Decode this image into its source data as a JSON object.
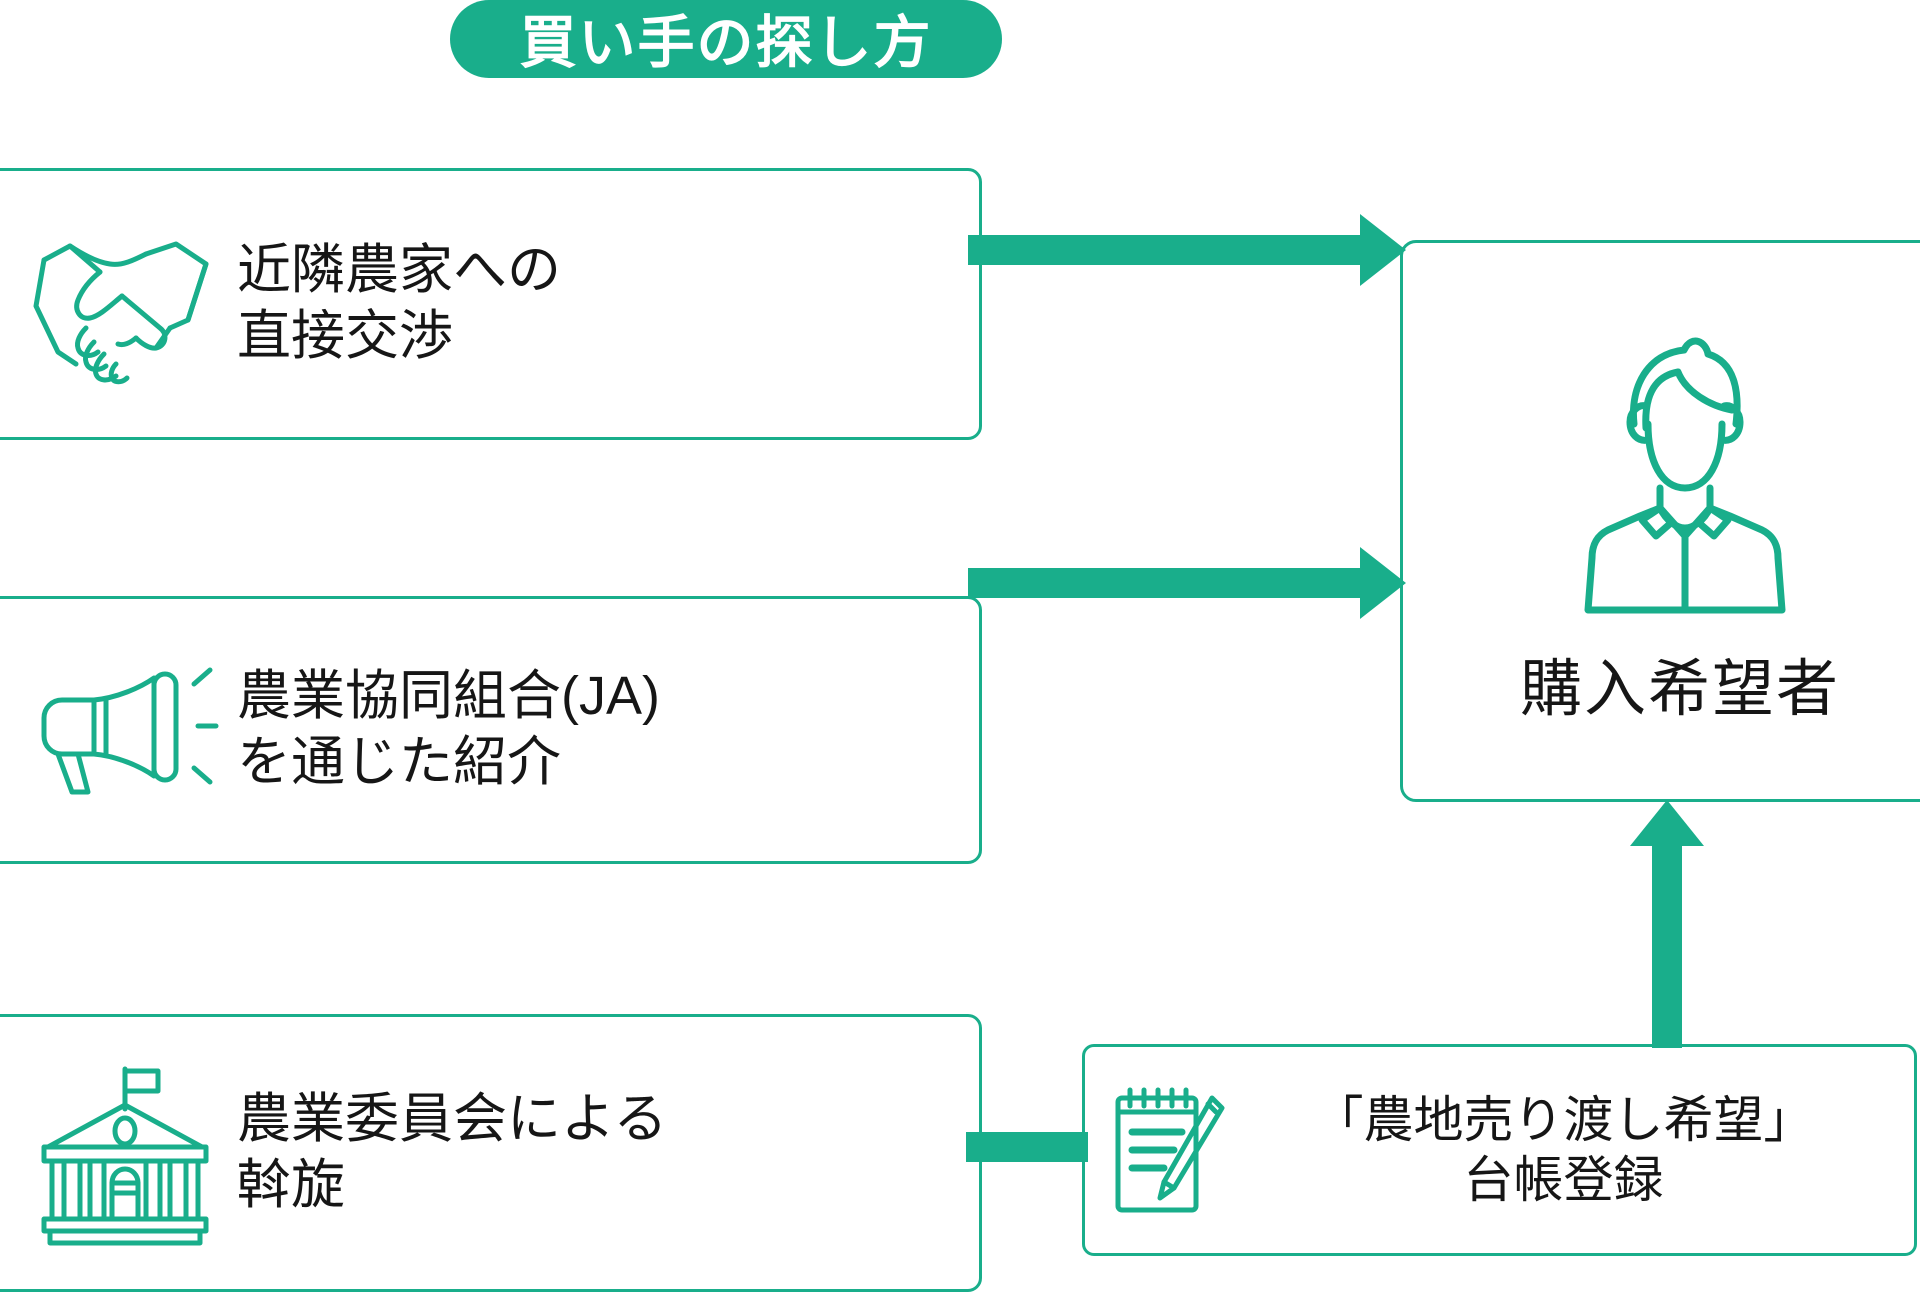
{
  "title": {
    "text": "買い手の探し方"
  },
  "colors": {
    "accent": "#19AE8B",
    "text": "#161616",
    "background": "#FFFFFF"
  },
  "methods": [
    {
      "id": "neighbor",
      "icon": "handshake-icon",
      "label": "近隣農家への\n直接交渉"
    },
    {
      "id": "ja",
      "icon": "megaphone-icon",
      "label": "農業協同組合(JA)\nを通じた紹介"
    },
    {
      "id": "committee",
      "icon": "government-building-icon",
      "label": "農業委員会による\n斡旋"
    }
  ],
  "ledger": {
    "icon": "clipboard-pencil-icon",
    "label": "「農地売り渡し希望」\n台帳登録"
  },
  "buyer": {
    "icon": "person-icon",
    "label": "購入希望者"
  },
  "connectors": [
    {
      "id": "neighbor-to-buyer",
      "from": "neighbor",
      "to": "buyer",
      "style": "arrow-right"
    },
    {
      "id": "ja-to-buyer",
      "from": "ja",
      "to": "buyer",
      "style": "arrow-right"
    },
    {
      "id": "committee-to-ledger",
      "from": "committee",
      "to": "ledger",
      "style": "bar"
    },
    {
      "id": "ledger-to-buyer",
      "from": "ledger",
      "to": "buyer",
      "style": "arrow-up"
    }
  ]
}
